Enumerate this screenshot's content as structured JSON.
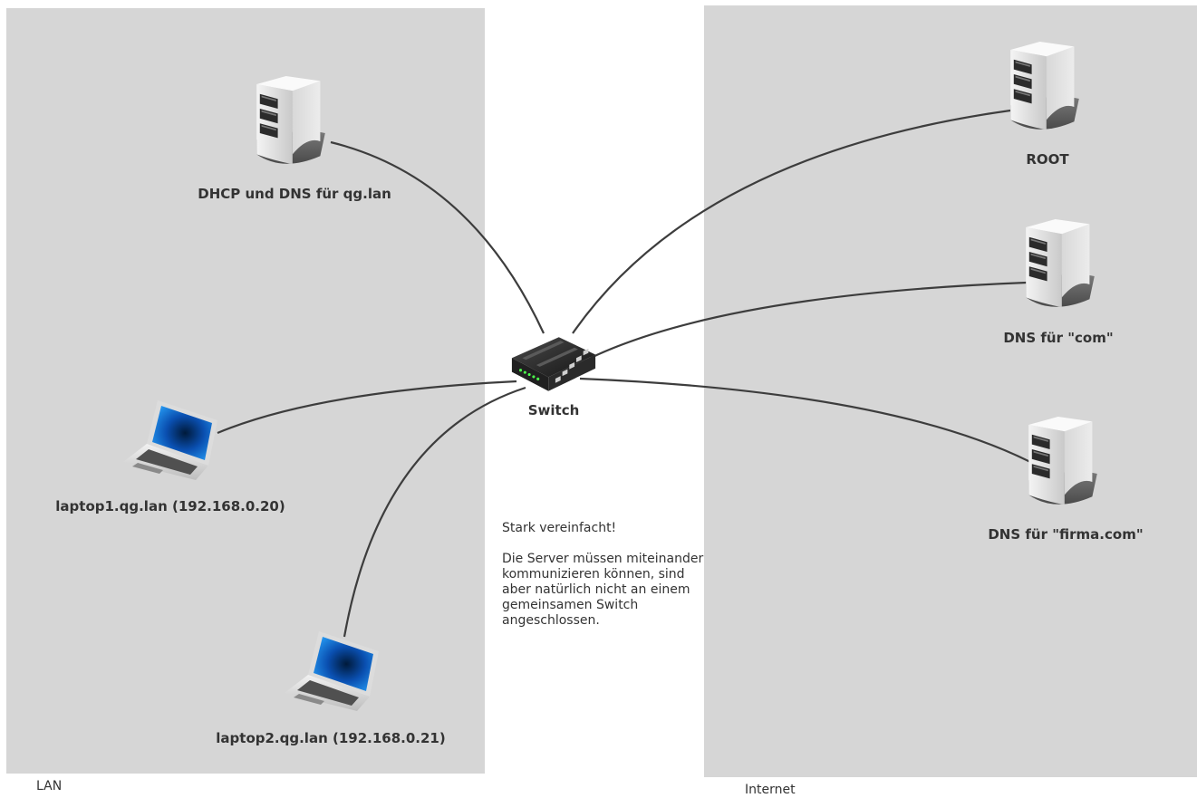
{
  "colors": {
    "zone_fill": "#d6d6d6",
    "link": "#3d3d3d",
    "text": "#333333"
  },
  "zones": {
    "lan": {
      "label": "LAN"
    },
    "internet": {
      "label": "Internet"
    }
  },
  "nodes": {
    "switch": {
      "label": "Switch",
      "icon": "network-switch-icon"
    },
    "dhcp_dns": {
      "label": "DHCP und DNS für qg.lan",
      "icon": "server-icon"
    },
    "laptop1": {
      "label": "laptop1.qg.lan (192.168.0.20)",
      "icon": "laptop-icon"
    },
    "laptop2": {
      "label": "laptop2.qg.lan (192.168.0.21)",
      "icon": "laptop-icon"
    },
    "root": {
      "label": "ROOT",
      "icon": "server-icon"
    },
    "dns_com": {
      "label": "DNS für \"com\"",
      "icon": "server-icon"
    },
    "dns_firma": {
      "label": "DNS für \"firma.com\"",
      "icon": "server-icon"
    }
  },
  "links": [
    [
      "switch",
      "dhcp_dns"
    ],
    [
      "switch",
      "laptop1"
    ],
    [
      "switch",
      "laptop2"
    ],
    [
      "switch",
      "root"
    ],
    [
      "switch",
      "dns_com"
    ],
    [
      "switch",
      "dns_firma"
    ]
  ],
  "note": {
    "heading": "Stark vereinfacht!",
    "body": "Die Server müssen miteinander kommunizieren können, sind aber natürlich nicht an einem gemeinsamen Switch angeschlossen."
  }
}
